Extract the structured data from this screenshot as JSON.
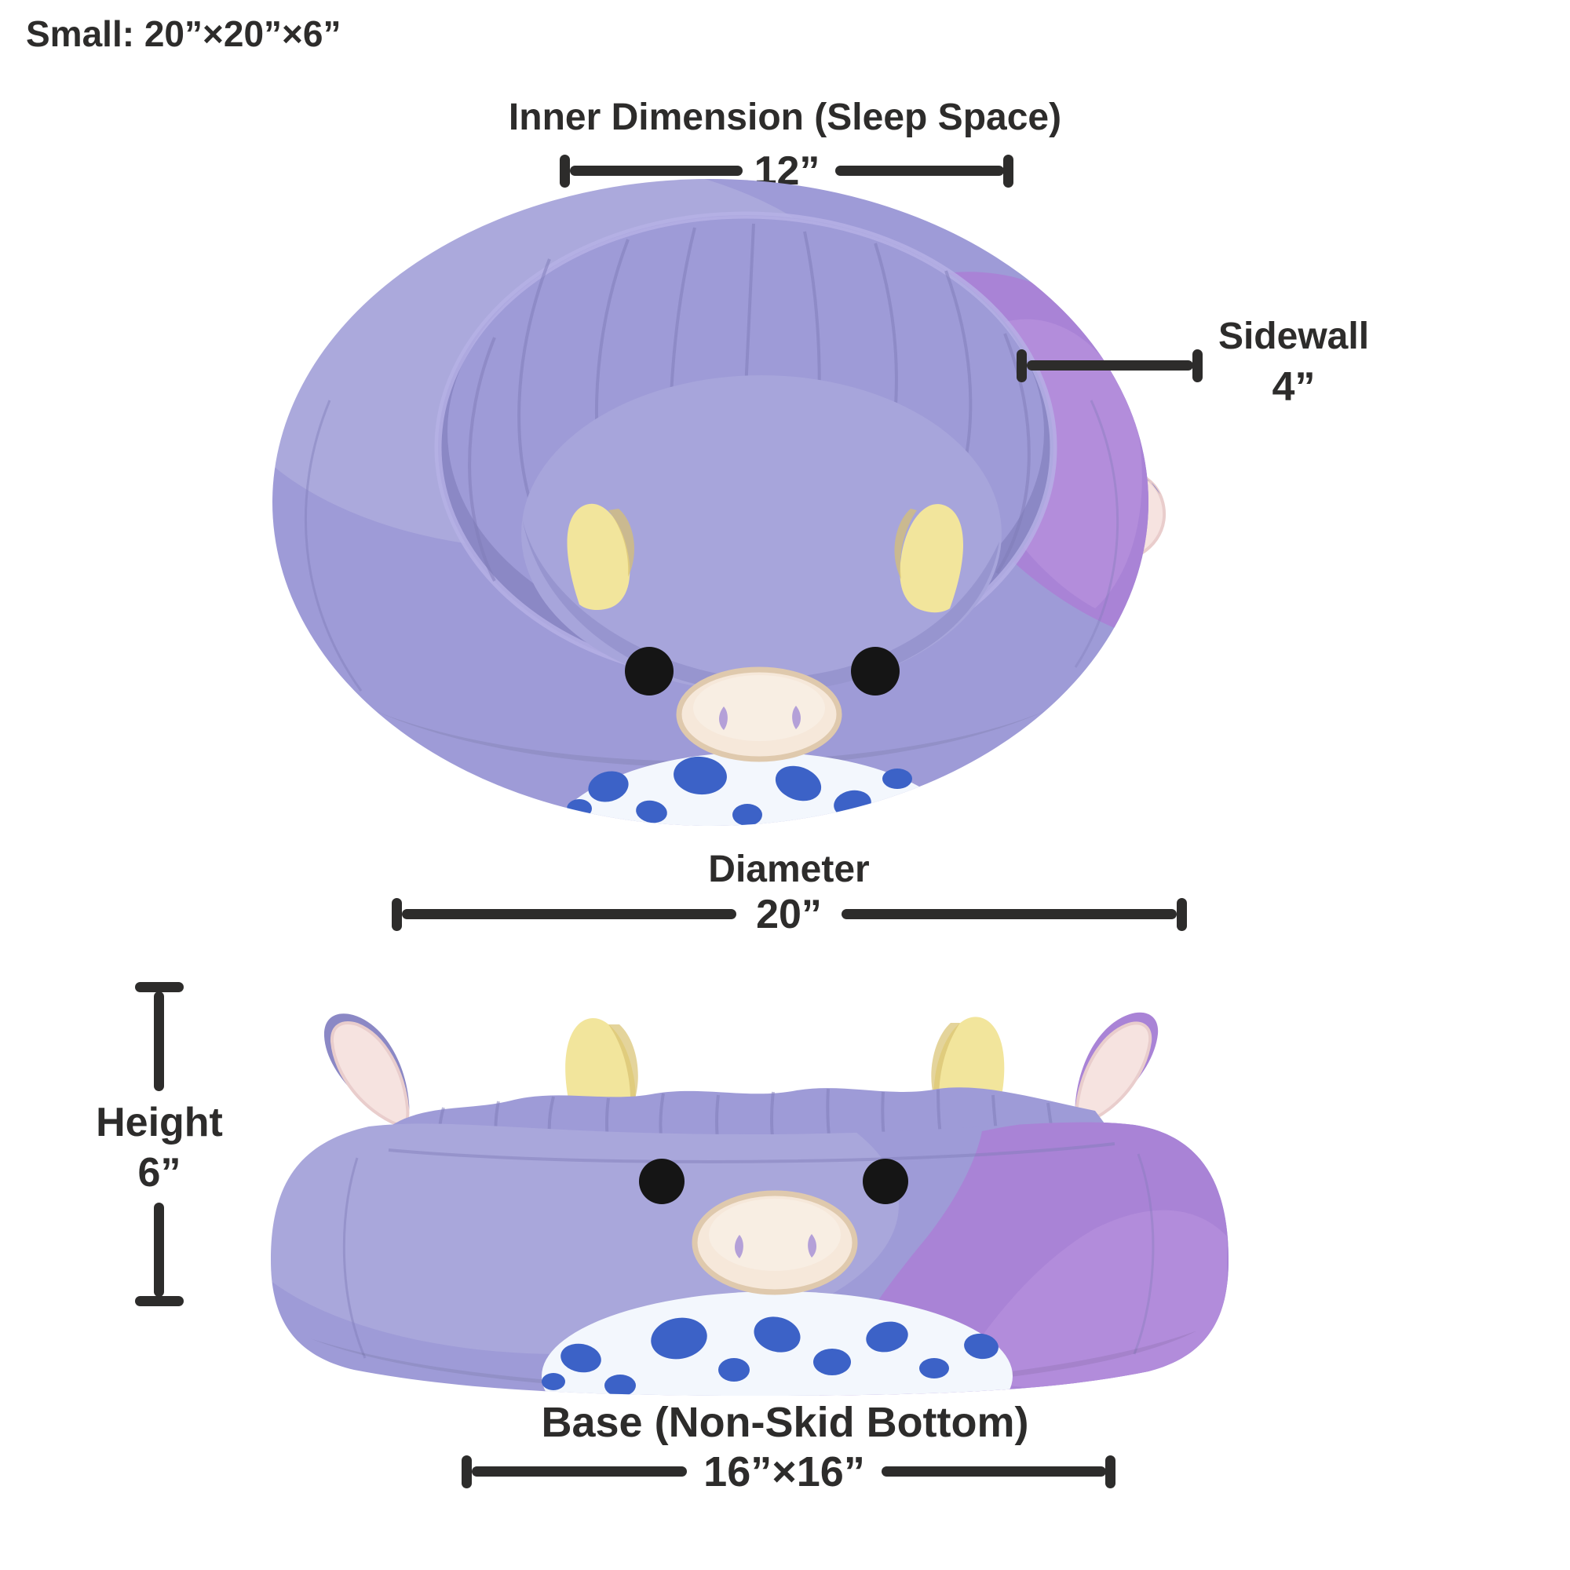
{
  "header": {
    "size_label": "Small: 20”×20”×6”"
  },
  "annotations": {
    "inner_dimension": {
      "title": "Inner Dimension (Sleep Space)",
      "value": "12”"
    },
    "sidewall": {
      "title": "Sidewall",
      "value": "4”"
    },
    "diameter": {
      "title": "Diameter",
      "value": "20”"
    },
    "height": {
      "title": "Height",
      "value": "6”"
    },
    "base": {
      "title": "Base (Non-Skid Bottom)",
      "value": "16”×16”"
    }
  },
  "figures": {
    "top_view": "cow-character-pet-bed-top-view",
    "side_view": "cow-character-pet-bed-side-view"
  },
  "colors": {
    "ink": "#2d2c2b",
    "body": "#9e9bd7",
    "body-light": "#b7b2e6",
    "body-dark": "#8b88c5",
    "patch": "#a983d6",
    "patch-light": "#bb95e0",
    "ear": "#f6e3e0",
    "ear-shadow": "#e9cdcc",
    "horn": "#f2e59c",
    "horn-shadow": "#d9c270",
    "eye": "#151515",
    "snout": "#f6e8da",
    "snout-rim": "#dfc9ad",
    "nostril": "#b4a0d8",
    "belly": "#f3f7fd",
    "spot": "#3c62c7",
    "wrinkle": "#7f7cb8",
    "background": "#ffffff"
  }
}
